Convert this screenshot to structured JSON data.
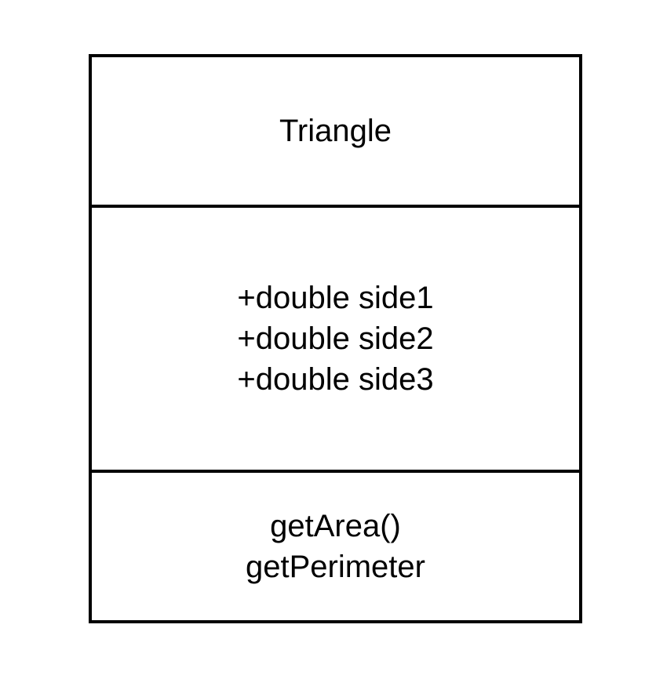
{
  "uml_class": {
    "name": "Triangle",
    "attributes": [
      "+double side1",
      "+double side2",
      "+double side3"
    ],
    "methods": [
      "getArea()",
      "getPerimeter"
    ]
  }
}
